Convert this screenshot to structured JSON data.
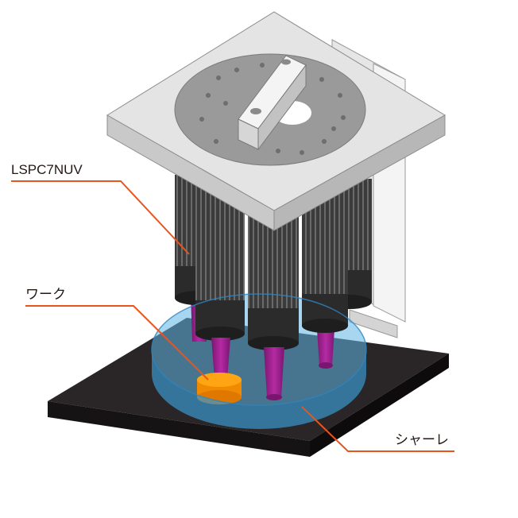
{
  "labels": {
    "led_unit": "LSPC7NUV",
    "workpiece": "ワーク",
    "petri_dish": "シャーレ"
  },
  "colors": {
    "callout_line": "#e8561e",
    "base_plate": "#231f20",
    "top_plate": "#d9d9d9",
    "heatsink": "#3a3a3a",
    "uv_beam": "#9b1f8c",
    "dish": "#4aa3d6",
    "workpiece": "#f39200"
  },
  "icons": {
    "led_unit": "uv-led-heatsink-icon",
    "workpiece": "workpiece-disc-icon",
    "petri_dish": "petri-dish-icon"
  }
}
